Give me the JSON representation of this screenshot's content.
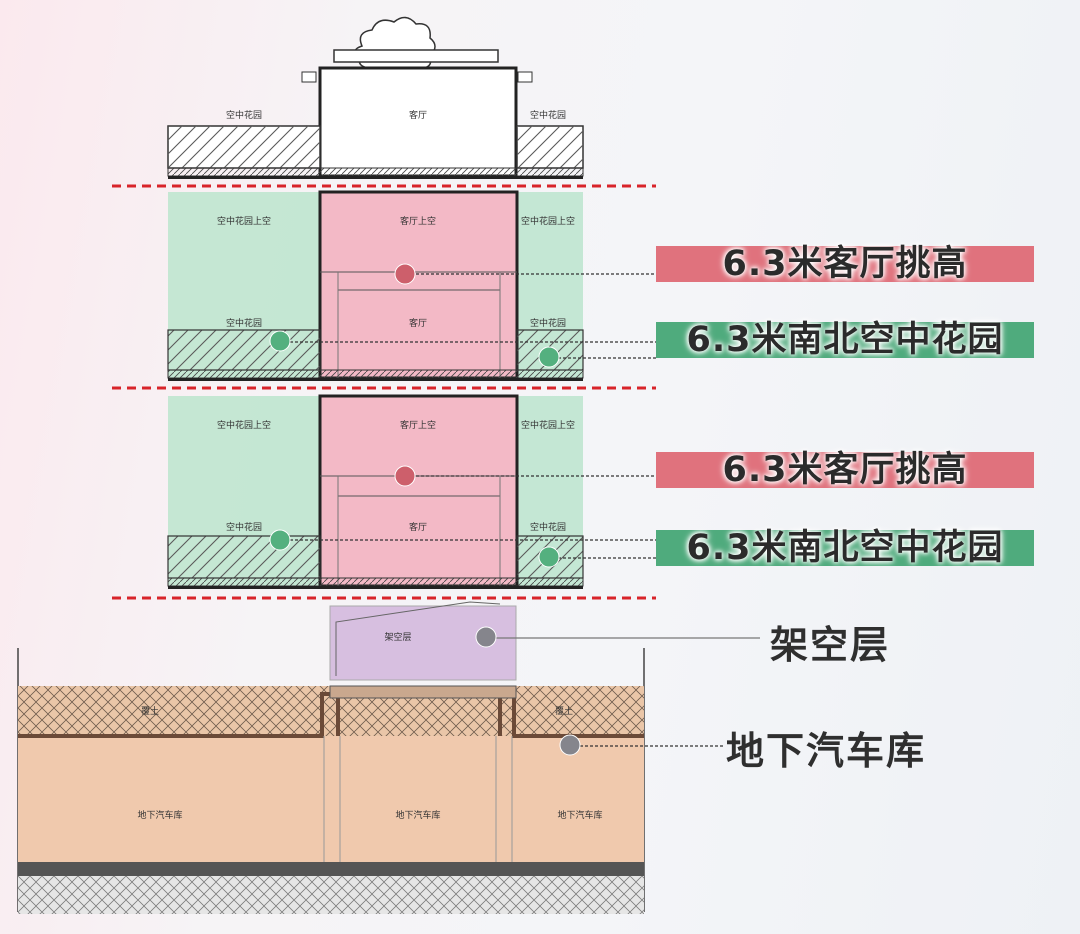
{
  "room_labels": {
    "living_room_top": "客厅",
    "sky_garden": "空中花园",
    "sky_garden_void": "空中花园上空",
    "living_void": "客厅上空",
    "living_room": "客厅",
    "stilt_floor": "架空层",
    "soil": "覆土",
    "garage": "地下汽车库"
  },
  "callouts": [
    {
      "text": "6.3米客厅挑高",
      "tone": "red"
    },
    {
      "text": "6.3米南北空中花园",
      "tone": "green"
    },
    {
      "text": "6.3米客厅挑高",
      "tone": "red"
    },
    {
      "text": "6.3米南北空中花园",
      "tone": "green"
    }
  ],
  "plain_labels": {
    "stilt": "架空层",
    "garage": "地下汽车库"
  },
  "colors": {
    "living_fill": "#f3b9c6",
    "garden_fill": "#bfe6cf",
    "stilt_fill": "#d7bfe0",
    "garage_fill": "#f0c9ad",
    "floor_divider": "#d8242a",
    "red_callout": "#e0727d",
    "green_callout": "#4fab7d",
    "dot_red": "#cd5f6b",
    "dot_green": "#54b07f",
    "dot_gray": "#85858c"
  }
}
